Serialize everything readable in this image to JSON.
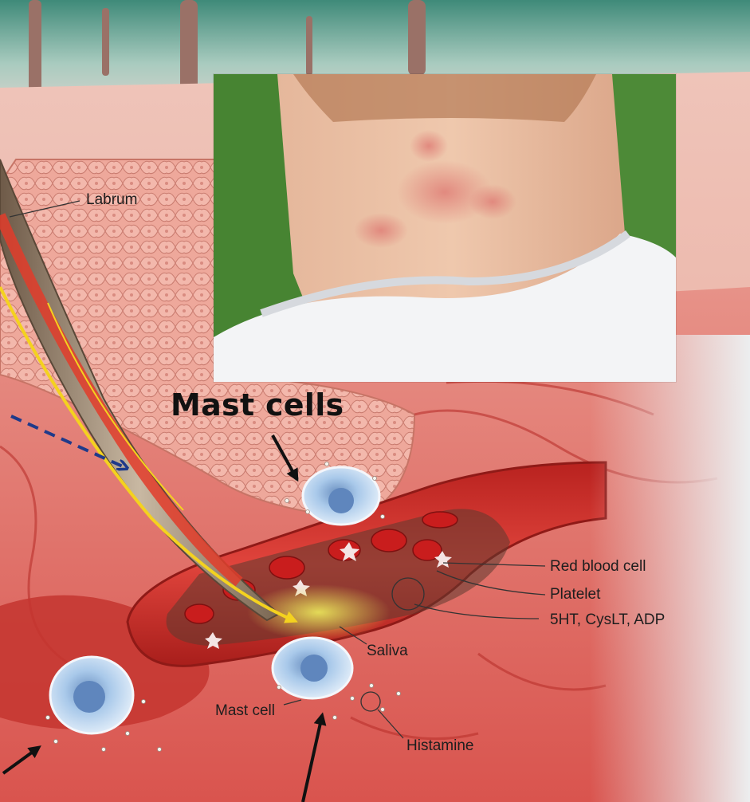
{
  "labels": {
    "labrum": "Labrum",
    "mast_cells_heading": "Mast cells",
    "red_blood_cell": "Red blood cell",
    "platelet": "Platelet",
    "mediators": "5HT, CysLT, ADP",
    "saliva": "Saliva",
    "mast_cell": "Mast cell",
    "histamine": "Histamine"
  },
  "colors": {
    "skin": "#f1b9ad",
    "tissue": "#e9867e",
    "vessel": "#c9302c",
    "proboscis": "#9c8670",
    "arrow_dashed": "#1f3a8a",
    "mast_cell": "#9ec3e8",
    "shirt": "#f3f4f6",
    "foliage": "#3f7a2e"
  },
  "icons": {
    "mast_cell_arrow": "black-arrow-icon",
    "path_arrow": "dashed-blue-arrow-icon"
  }
}
